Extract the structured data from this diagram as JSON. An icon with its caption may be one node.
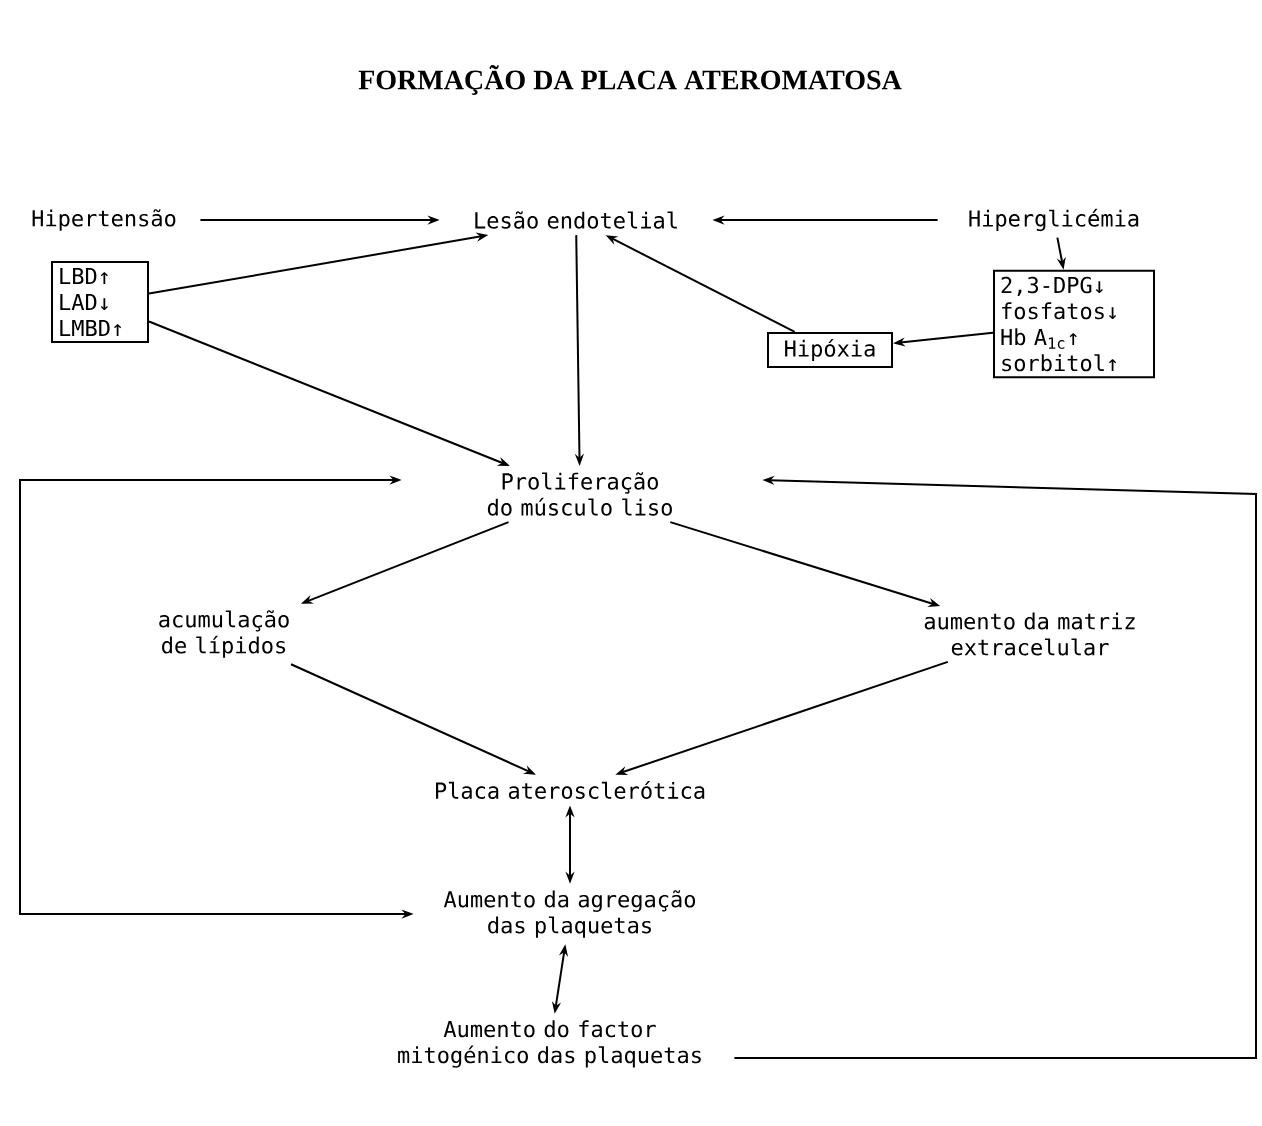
{
  "diagram": {
    "title": "FORMAÇÃO DA PLACA ATEROMATOSA",
    "nodes": [
      {
        "text": [
          "Hipertensão"
        ]
      },
      {
        "text": [
          "Lesão endotelial"
        ]
      },
      {
        "text": [
          "Hiperglicémia"
        ]
      },
      {
        "text": [
          "LBD↑ LAD↓ LMBD↑"
        ]
      },
      {
        "text": [
          "2,3-DPG↓ fosfatos↓ Hb A$_{1c}$↑ sorbitol↑"
        ]
      },
      {
        "text": [
          "Hipóxia"
        ]
      },
      {
        "text": [
          "Proliferação do músculo liso"
        ]
      },
      {
        "text": [
          "acumulação de lípidos"
        ]
      },
      {
        "text": [
          "aumento da matriz extracelular"
        ]
      },
      {
        "text": [
          "Placa aterosclerótica"
        ]
      },
      {
        "text": [
          "Aumento da agregação das plaquetas"
        ]
      },
      {
        "text": [
          "Aumento do factor mitogénico das plaquetas"
        ]
      }
    ],
    "edges": [
      {
        "from": 0,
        "to": 1,
        "arrow": "to"
      },
      {
        "from": 2,
        "to": 1,
        "arrow": "to"
      },
      {
        "from": 2,
        "to": 4,
        "arrow": "to"
      },
      {
        "from": 3,
        "to": 1,
        "arrow": "to"
      },
      {
        "from": 3,
        "to": 6,
        "arrow": "to"
      },
      {
        "from": 1,
        "to": 6,
        "arrow": "to"
      },
      {
        "from": 4,
        "to": 5,
        "arrow": "to"
      },
      {
        "from": 5,
        "to": 1,
        "arrow": "to"
      },
      {
        "from": 6,
        "to": 7,
        "arrow": "to"
      },
      {
        "from": 6,
        "to": 8,
        "arrow": "to"
      },
      {
        "from": 7,
        "to": 9,
        "arrow": "to"
      },
      {
        "from": 8,
        "to": 9,
        "arrow": "to"
      },
      {
        "from": 9,
        "to": 10,
        "arrow": "both"
      },
      {
        "from": 10,
        "to": 11,
        "arrow": "both"
      },
      {
        "from": 10,
        "to": 6,
        "arrow": "both"
      },
      {
        "from": 11,
        "to": 6,
        "arrow": "to"
      }
    ]
  }
}
